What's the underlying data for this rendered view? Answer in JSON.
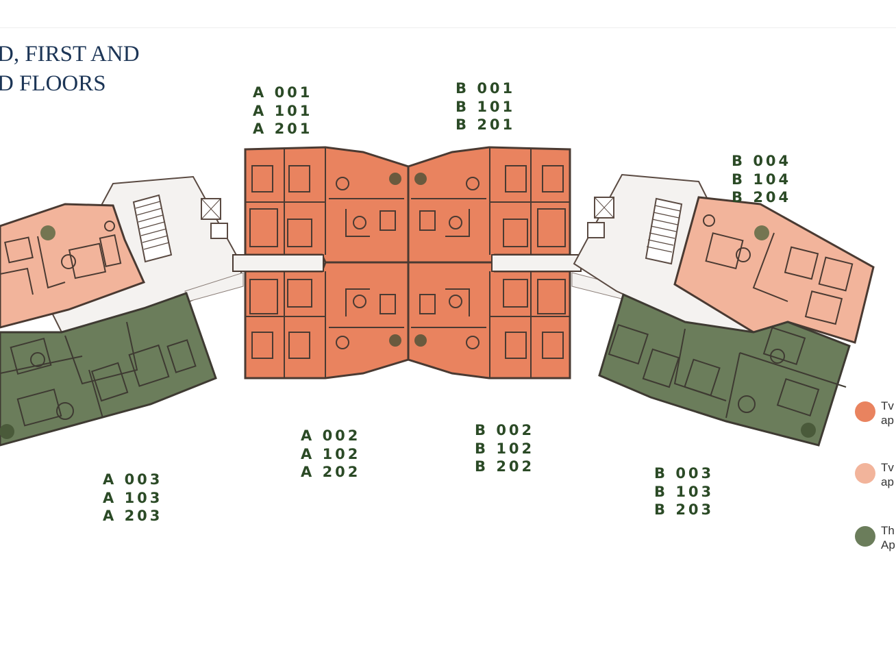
{
  "title": {
    "line1": "D, FIRST AND",
    "line2": "D FLOORS"
  },
  "units": {
    "a001": [
      "A 001",
      "A 101",
      "A 201"
    ],
    "b001": [
      "B 001",
      "B 101",
      "B 201"
    ],
    "b004": [
      "B 004",
      "B 104",
      "B 204"
    ],
    "a002": [
      "A 002",
      "A 102",
      "A 202"
    ],
    "b002": [
      "B 002",
      "B 102",
      "B 202"
    ],
    "a003": [
      "A 003",
      "A 103",
      "A 203"
    ],
    "b003": [
      "B 003",
      "B 103",
      "B 203"
    ]
  },
  "legend": [
    {
      "text": "Tv ap",
      "color": "#e9835f"
    },
    {
      "text": "Tv ap",
      "color": "#f2b49b"
    },
    {
      "text": "Th Ap",
      "color": "#6b7d5b"
    }
  ],
  "colors": {
    "two_bed": "#e9835f",
    "two_bed_light": "#f2b49b",
    "three_bed": "#6b7d5b",
    "core": "#f4f2f0",
    "wall": "#4a3a32",
    "label": "#2b4a26",
    "title": "#1c3556"
  }
}
